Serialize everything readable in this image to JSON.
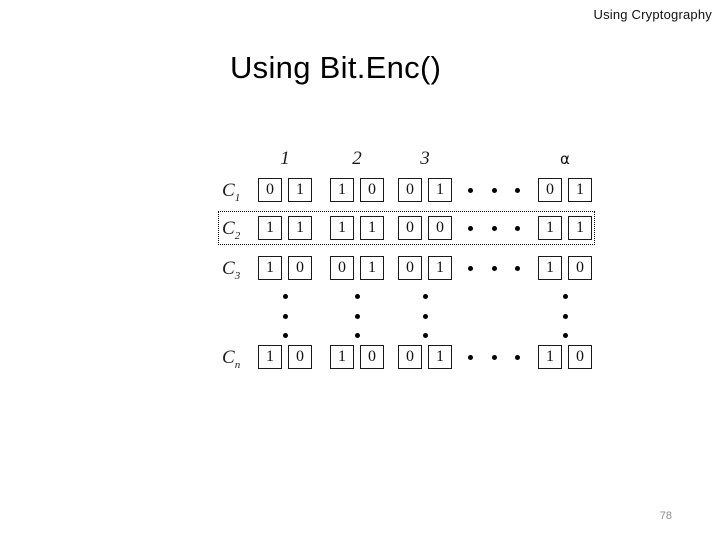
{
  "slide": {
    "header": "Using Cryptography",
    "title": "Using Bit.Enc()",
    "page_number": "78"
  },
  "diagram": {
    "column_labels": [
      "1",
      "2",
      "3",
      "α"
    ],
    "row_labels": {
      "c1": "C",
      "c1_sub": "1",
      "c2": "C",
      "c2_sub": "2",
      "c3": "C",
      "c3_sub": "3",
      "cn": "C",
      "cn_sub": "n"
    },
    "highlighted_row": "C2",
    "rows": [
      {
        "label": "C1",
        "groups": [
          [
            "0",
            "1"
          ],
          [
            "1",
            "0"
          ],
          [
            "0",
            "1"
          ],
          [
            "0",
            "1"
          ]
        ]
      },
      {
        "label": "C2",
        "groups": [
          [
            "1",
            "1"
          ],
          [
            "1",
            "1"
          ],
          [
            "0",
            "0"
          ],
          [
            "1",
            "1"
          ]
        ]
      },
      {
        "label": "C3",
        "groups": [
          [
            "1",
            "0"
          ],
          [
            "0",
            "1"
          ],
          [
            "0",
            "1"
          ],
          [
            "1",
            "0"
          ]
        ]
      },
      {
        "label": "Cn",
        "groups": [
          [
            "1",
            "0"
          ],
          [
            "1",
            "0"
          ],
          [
            "0",
            "1"
          ],
          [
            "1",
            "0"
          ]
        ]
      }
    ]
  }
}
